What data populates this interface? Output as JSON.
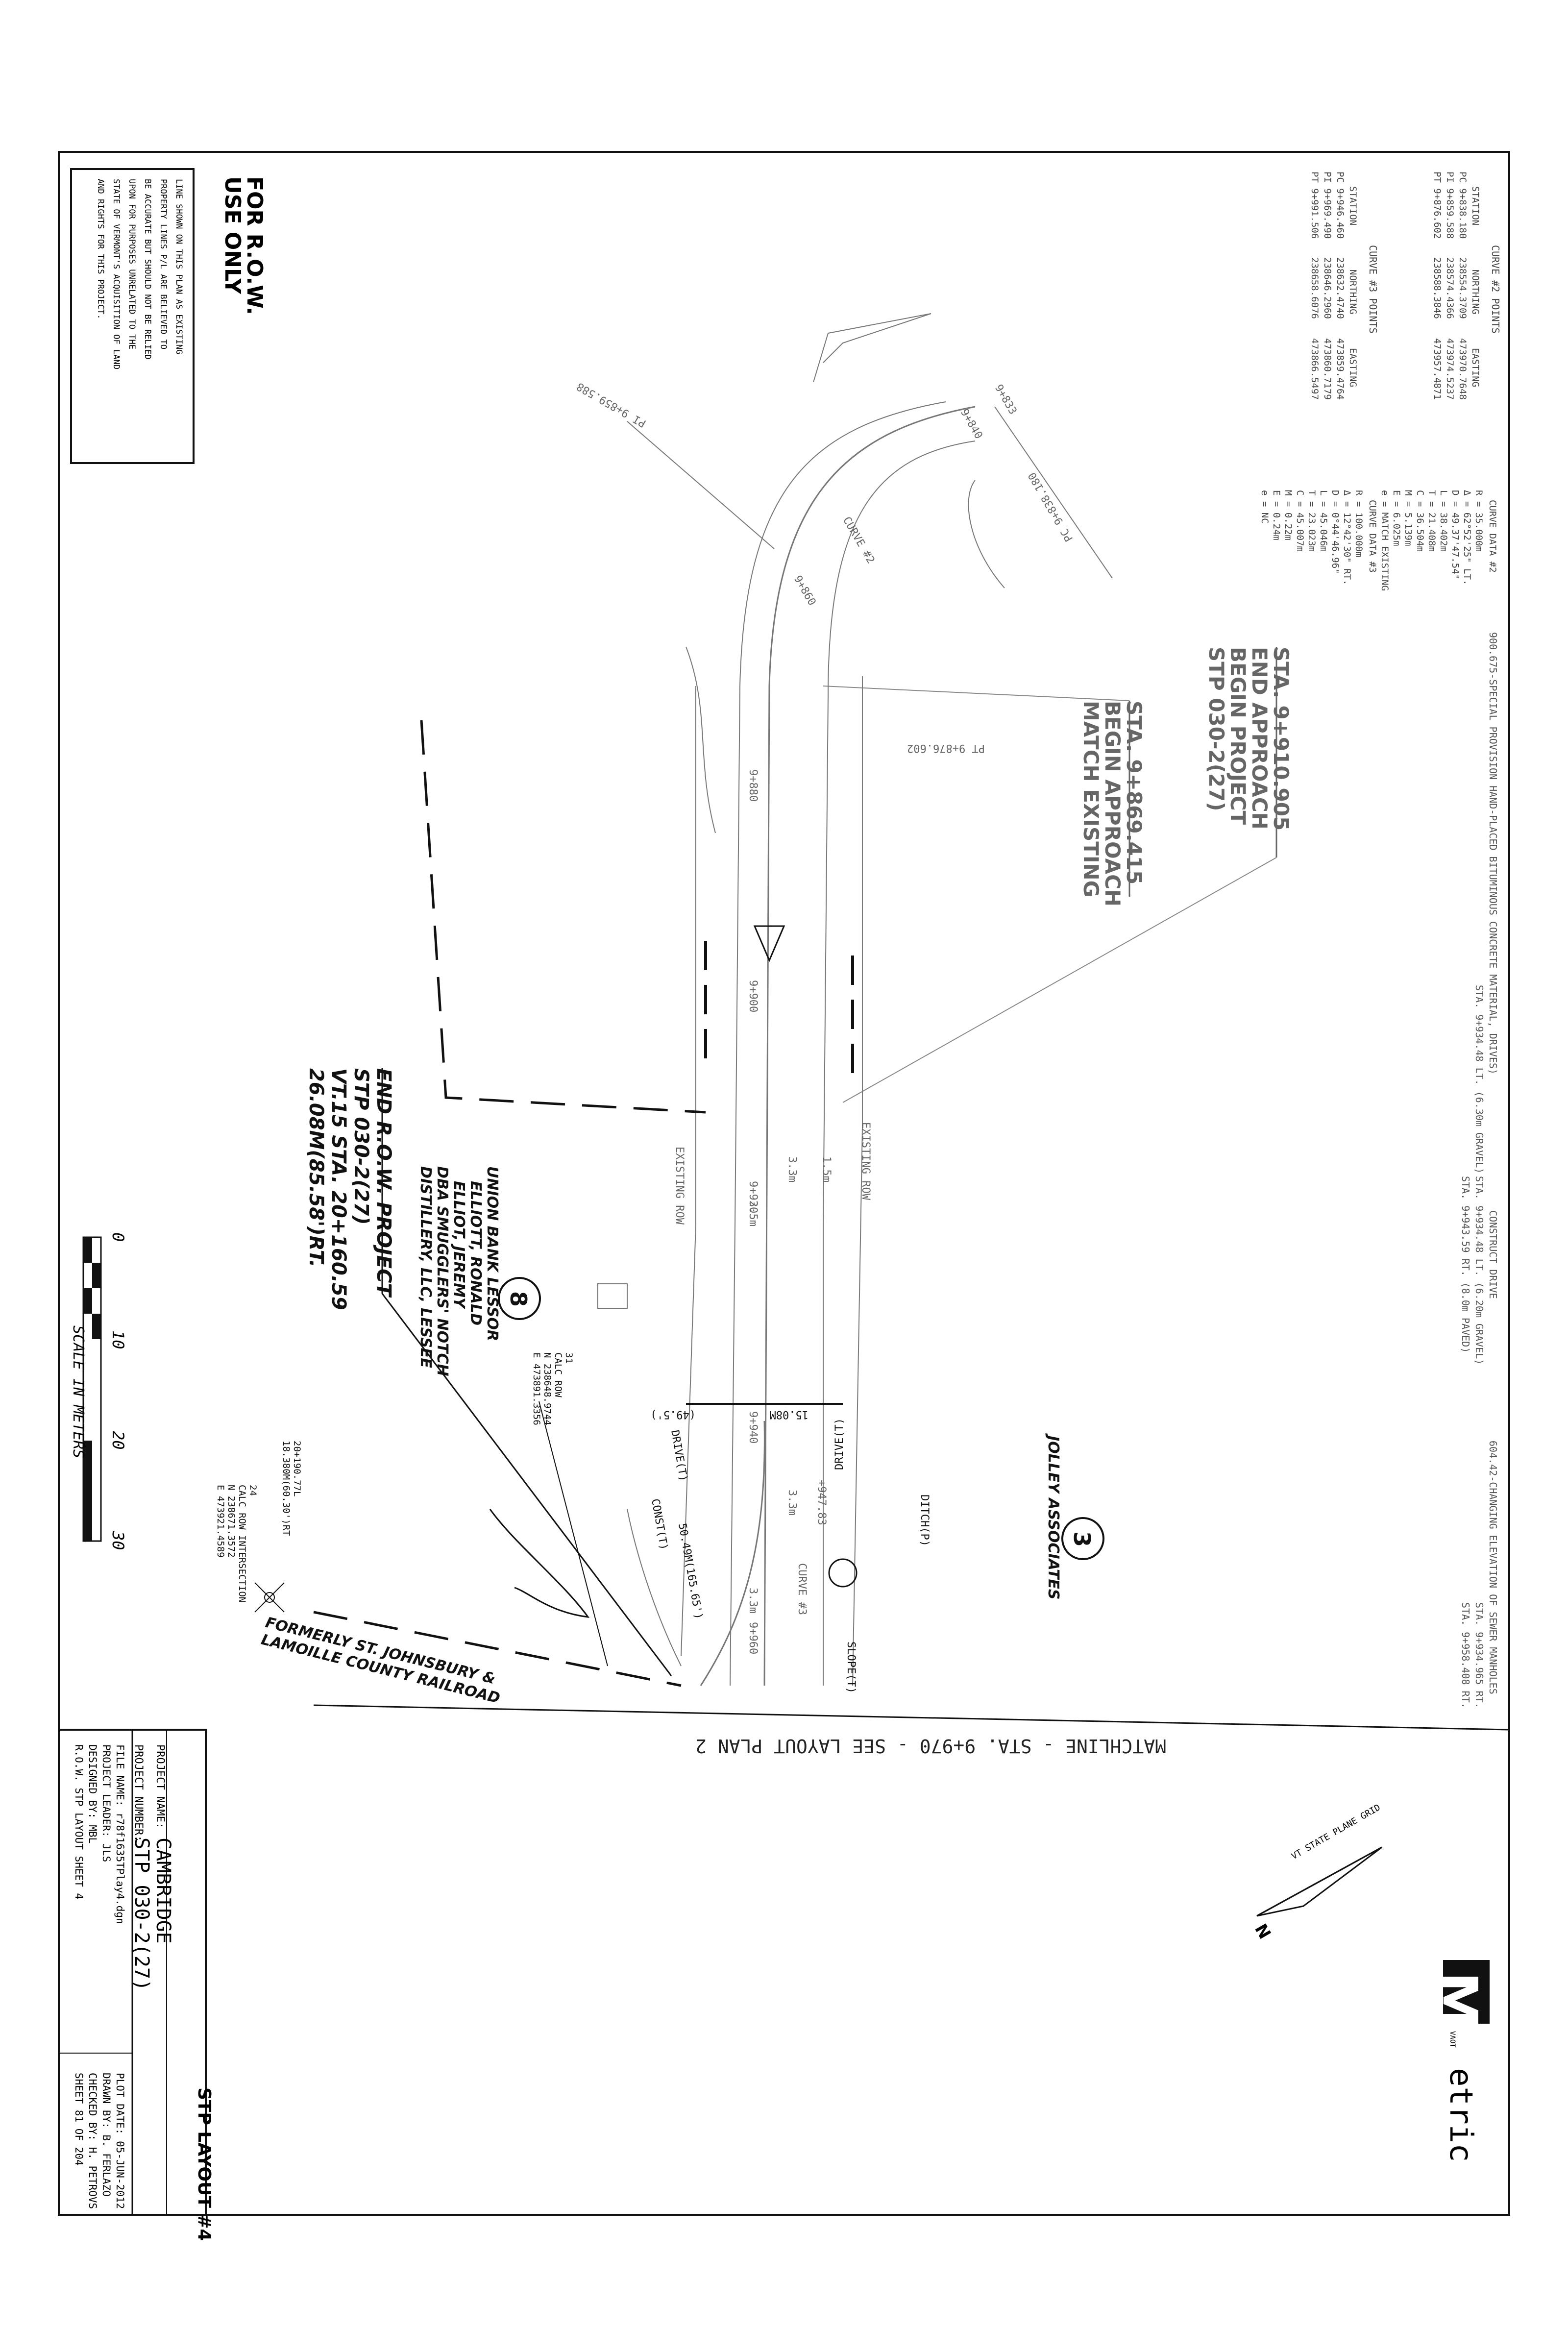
{
  "title_block": {
    "project_name_label": "PROJECT NAME:",
    "project_name": "CAMBRIDGE",
    "project_number_label": "PROJECT NUMBER:",
    "project_number": "STP 030-2(27)",
    "file_name": "FILE NAME: r78f1635TPlay4.dgn",
    "project_leader": "PROJECT LEADER: JLS",
    "designed_by": "DESIGNED BY: MBL",
    "sheet_name": "R.O.W. STP LAYOUT SHEET 4",
    "plot_date": "PLOT DATE: 05-JUN-2012",
    "drawn_by": "DRAWN BY: B. FERLAZO",
    "checked_by": "CHECKED BY: H. PETROVS",
    "sheet_number": "SHEET 81 OF 204",
    "sheet_title": "STP LAYOUT #4"
  },
  "logo": {
    "letter": "M",
    "agency": "VAOT",
    "word": "etric"
  },
  "north_arrow": {
    "grid_label": "VT STATE PLANE GRID",
    "north": "N"
  },
  "row_box": {
    "heading_1": "FOR R.O.W.",
    "heading_2": "USE ONLY",
    "lines": [
      "LINE SHOWN ON THIS PLAN AS EXISTING",
      "PROPERTY LINES P/L ARE BELIEVED TO",
      "BE ACCURATE BUT SHOULD NOT BE RELIED",
      "UPON FOR PURPOSES UNRELATED TO THE",
      "STATE OF VERMONT'S ACQUISITION OF LAND",
      "AND RIGHTS FOR THIS PROJECT."
    ]
  },
  "curve2_points": {
    "title": "CURVE #2 POINTS",
    "headers": [
      "STATION",
      "NORTHING",
      "EASTING"
    ],
    "rows": [
      [
        "PC 9+838.180",
        "238554.3709",
        "473970.7648"
      ],
      [
        "PI 9+859.588",
        "238574.4366",
        "473974.5237"
      ],
      [
        "PT 9+876.602",
        "238588.3846",
        "473957.4871"
      ]
    ]
  },
  "curve3_points": {
    "title": "CURVE #3 POINTS",
    "headers": [
      "STATION",
      "NORTHING",
      "EASTING"
    ],
    "rows": [
      [
        "PC 9+946.460",
        "238632.4740",
        "473859.4764"
      ],
      [
        "PI 9+969.490",
        "238646.2960",
        "473860.7179"
      ],
      [
        "PT 9+991.506",
        "238658.6076",
        "473866.5497"
      ]
    ]
  },
  "curve2_data": {
    "title": "CURVE DATA #2",
    "lines": [
      "R = 35.000m",
      "Δ = 62°52'25\" LT.",
      "D = 49.37'47.54\"",
      "L = 38.402m",
      "T = 21.408m",
      "C = 36.504m",
      "M = 5.139m",
      "E = 6.025m",
      "e = MATCH EXISTING"
    ]
  },
  "curve3_data": {
    "title": "CURVE DATA #3",
    "lines": [
      "R = 100.000m",
      "Δ = 12°42'30\" RT.",
      "D = 0°44'46.96\"",
      "L = 45.046m",
      "T = 23.023m",
      "C = 45.007m",
      "M = 0.22m",
      "E = 0.24m",
      "e = NC"
    ]
  },
  "notes": {
    "note_900": [
      "900.675-SPECIAL PROVISION HAND-PLACED BITUMINOUS CONCRETE MATERIAL, DRIVES)",
      "STA. 9+934.48 LT. (6.30m GRAVEL)"
    ],
    "note_construct": [
      "CONSTRUCT DRIVE",
      "STA. 9+934.48 LT. (6.20m GRAVEL)",
      "STA. 9+943.59 RT. (8.0m PAVED)"
    ],
    "note_604": [
      "604.42-CHANGING ELEVATION OF SEWER MANHOLES",
      "STA. 9+934.965 RT.",
      "STA. 9+958.408 RT."
    ]
  },
  "stations": {
    "end_approach": [
      "STA. 9+910.905",
      "END APPROACH",
      "BEGIN PROJECT",
      "STP 030-2(27)"
    ],
    "begin_approach": [
      "STA. 9+869.415",
      "BEGIN APPROACH",
      "MATCH EXISTING"
    ],
    "end_row": [
      "END R.O.W. PROJECT",
      "STP 030-2(27)",
      "VT.15 STA. 20+160.59",
      "26.08M(85.58')RT."
    ]
  },
  "owners": {
    "parcel_8_number": "8",
    "parcel_8": [
      "UNION BANK LESSOR",
      "ELLIOTT, RONALD",
      "ELLIOT, JEREMY",
      "DBA SMUGGLERS' NOTCH",
      "DISTILLERY, LLC, LESSEE"
    ],
    "parcel_3_number": "3",
    "parcel_3": "JOLLEY ASSOCIATES",
    "railroad": [
      "FORMERLY ST. JOHNSBURY &",
      "LAMOILLE COUNTY RAILROAD"
    ]
  },
  "calc_points": {
    "p31": [
      "31",
      "CALC ROW",
      "N 238648.9744",
      "E 473891.3356"
    ],
    "p24": [
      "24",
      "CALC ROW INTERSECTION",
      "N 238671.3572",
      "E 473921.4589"
    ],
    "offset_24": [
      "20+190.77L",
      "18.380M(60.30')RT"
    ]
  },
  "matchline": "MATCHLINE - STA. 9+970 - SEE LAYOUT PLAN 2",
  "scale": {
    "ticks": [
      "0",
      "10",
      "20",
      "30"
    ],
    "label": "SCALE IN METERS"
  },
  "plan_labels": {
    "sta_9833": "9+833",
    "sta_9840": "9+840",
    "sta_9860": "9+860",
    "sta_9880": "9+880",
    "sta_9900": "9+900",
    "sta_9920": "9+920",
    "sta_9940": "9+940",
    "sta_9960": "9+960",
    "pt_9876": "PT 9+876.602",
    "pi_9859": "PI 9+859.588",
    "pc_9838": "PC 9+838.180",
    "curve2": "CURVE #2",
    "curve3": "CURVE #3",
    "existing_row": "EXISTING ROW",
    "width_33": "3.3m",
    "width_15": "1.5m",
    "width_35": "3.5m",
    "dim_1508": "15.08M",
    "dim_495": "(49.5')",
    "dim_5049": "50.49M(165.65')",
    "drive_lt": "DRIVE(T)",
    "constr_lt": "CONST(T)",
    "drive_rt": "DRIVE(T)",
    "ditch": "DITCH(P)",
    "slope": "SLOPE(T)",
    "sta_9947": "+947.83"
  }
}
